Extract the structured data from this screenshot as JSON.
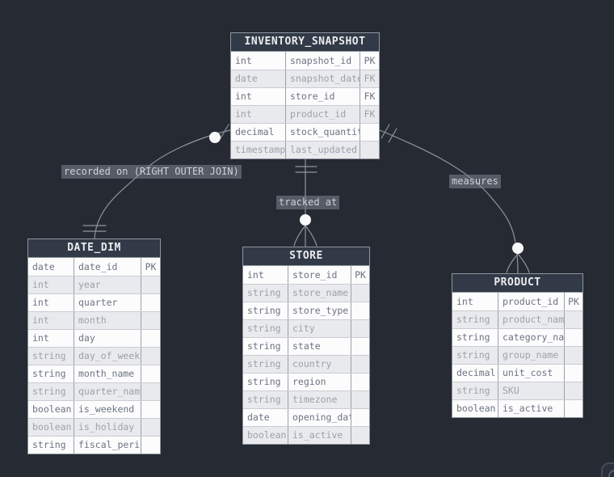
{
  "diagram": {
    "entities": [
      {
        "name": "INVENTORY_SNAPSHOT",
        "columns": [
          {
            "type": "int",
            "name": "snapshot_id",
            "key": "PK"
          },
          {
            "type": "date",
            "name": "snapshot_date",
            "key": "FK"
          },
          {
            "type": "int",
            "name": "store_id",
            "key": "FK"
          },
          {
            "type": "int",
            "name": "product_id",
            "key": "FK"
          },
          {
            "type": "decimal",
            "name": "stock_quantity",
            "key": ""
          },
          {
            "type": "timestamp",
            "name": "last_updated",
            "key": ""
          }
        ]
      },
      {
        "name": "DATE_DIM",
        "columns": [
          {
            "type": "date",
            "name": "date_id",
            "key": "PK"
          },
          {
            "type": "int",
            "name": "year",
            "key": ""
          },
          {
            "type": "int",
            "name": "quarter",
            "key": ""
          },
          {
            "type": "int",
            "name": "month",
            "key": ""
          },
          {
            "type": "int",
            "name": "day",
            "key": ""
          },
          {
            "type": "string",
            "name": "day_of_week",
            "key": ""
          },
          {
            "type": "string",
            "name": "month_name",
            "key": ""
          },
          {
            "type": "string",
            "name": "quarter_name",
            "key": ""
          },
          {
            "type": "boolean",
            "name": "is_weekend",
            "key": ""
          },
          {
            "type": "boolean",
            "name": "is_holiday",
            "key": ""
          },
          {
            "type": "string",
            "name": "fiscal_period",
            "key": ""
          }
        ]
      },
      {
        "name": "STORE",
        "columns": [
          {
            "type": "int",
            "name": "store_id",
            "key": "PK"
          },
          {
            "type": "string",
            "name": "store_name",
            "key": ""
          },
          {
            "type": "string",
            "name": "store_type",
            "key": ""
          },
          {
            "type": "string",
            "name": "city",
            "key": ""
          },
          {
            "type": "string",
            "name": "state",
            "key": ""
          },
          {
            "type": "string",
            "name": "country",
            "key": ""
          },
          {
            "type": "string",
            "name": "region",
            "key": ""
          },
          {
            "type": "string",
            "name": "timezone",
            "key": ""
          },
          {
            "type": "date",
            "name": "opening_date",
            "key": ""
          },
          {
            "type": "boolean",
            "name": "is_active",
            "key": ""
          }
        ]
      },
      {
        "name": "PRODUCT",
        "columns": [
          {
            "type": "int",
            "name": "product_id",
            "key": "PK"
          },
          {
            "type": "string",
            "name": "product_name",
            "key": ""
          },
          {
            "type": "string",
            "name": "category_name",
            "key": ""
          },
          {
            "type": "string",
            "name": "group_name",
            "key": ""
          },
          {
            "type": "decimal",
            "name": "unit_cost",
            "key": ""
          },
          {
            "type": "string",
            "name": "SKU",
            "key": ""
          },
          {
            "type": "boolean",
            "name": "is_active",
            "key": ""
          }
        ]
      }
    ],
    "relationships": [
      {
        "label": "recorded on (RIGHT OUTER JOIN)",
        "from": "INVENTORY_SNAPSHOT",
        "to": "DATE_DIM",
        "from_cardinality": "zero-or-one",
        "to_cardinality": "one"
      },
      {
        "label": "tracked at",
        "from": "INVENTORY_SNAPSHOT",
        "to": "STORE",
        "from_cardinality": "one",
        "to_cardinality": "zero-or-many"
      },
      {
        "label": "measures",
        "from": "INVENTORY_SNAPSHOT",
        "to": "PRODUCT",
        "from_cardinality": "one",
        "to_cardinality": "zero-or-many"
      }
    ],
    "colors": {
      "canvas_bg": "#262a33",
      "entity_header_bg": "#333a47",
      "entity_header_text": "#e9ebee",
      "row_odd_bg": "#fcfcfd",
      "row_even_bg": "#e9eaed",
      "row_odd_text": "#6c7380",
      "row_even_text": "#9ba1ab",
      "entity_border": "#8f96a0",
      "relationship_line": "#8e949d",
      "cardinality_circle": "#f7f8fa",
      "label_bg": "rgba(126,132,143,0.55)",
      "label_text": "#ced2d9"
    }
  }
}
